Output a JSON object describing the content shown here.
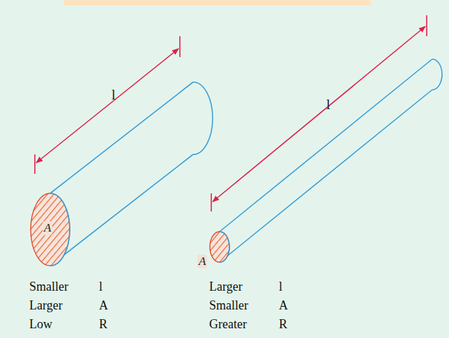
{
  "diagram": {
    "labels": [
      "l",
      "A",
      "l",
      "A",
      "Smaller",
      "l",
      "Larger",
      "A",
      "Low",
      "R",
      "Larger",
      "l",
      "Smaller",
      "A",
      "Greater",
      "R"
    ]
  }
}
